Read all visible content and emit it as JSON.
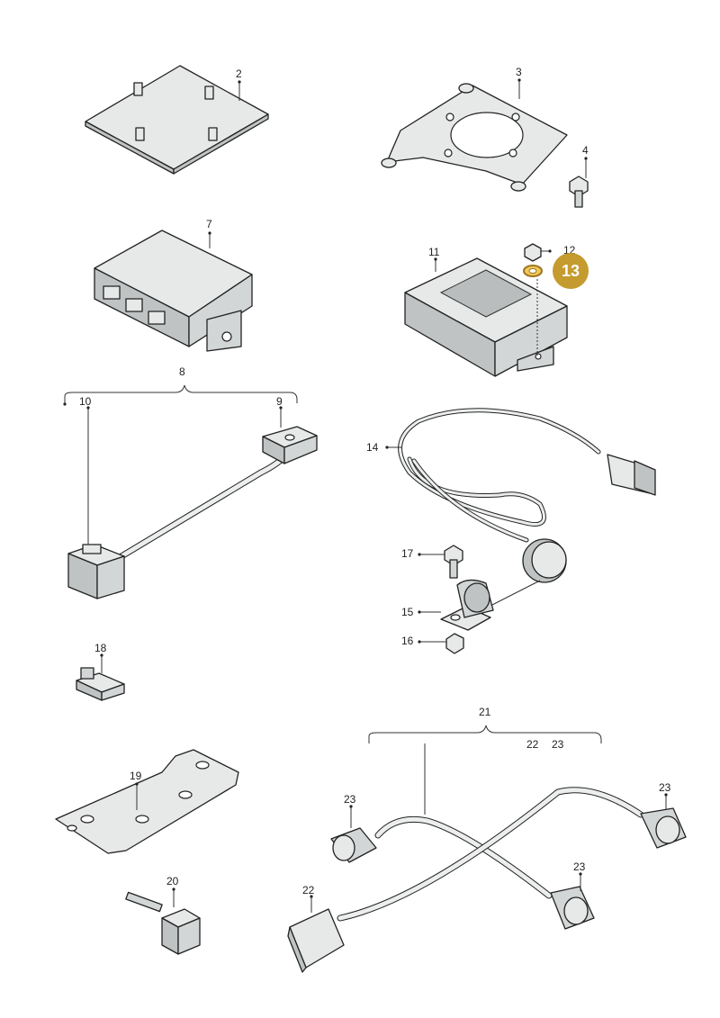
{
  "labels": {
    "l2": "2",
    "l3": "3",
    "l4": "4",
    "l7": "7",
    "l8": "8",
    "l9": "9",
    "l10": "10",
    "l11": "11",
    "l12": "12",
    "l13": "13",
    "l14": "14",
    "l15": "15",
    "l16": "16",
    "l17": "17",
    "l18": "18",
    "l19": "19",
    "l20": "20",
    "l21": "21",
    "l22a": "22",
    "l23a": "23",
    "l22b": "22",
    "l23b": "23",
    "l23c": "23",
    "l23d": "23"
  },
  "colors": {
    "highlight": "#c59a2e",
    "part_fill": "#e7e9e8",
    "outline": "#222222"
  }
}
